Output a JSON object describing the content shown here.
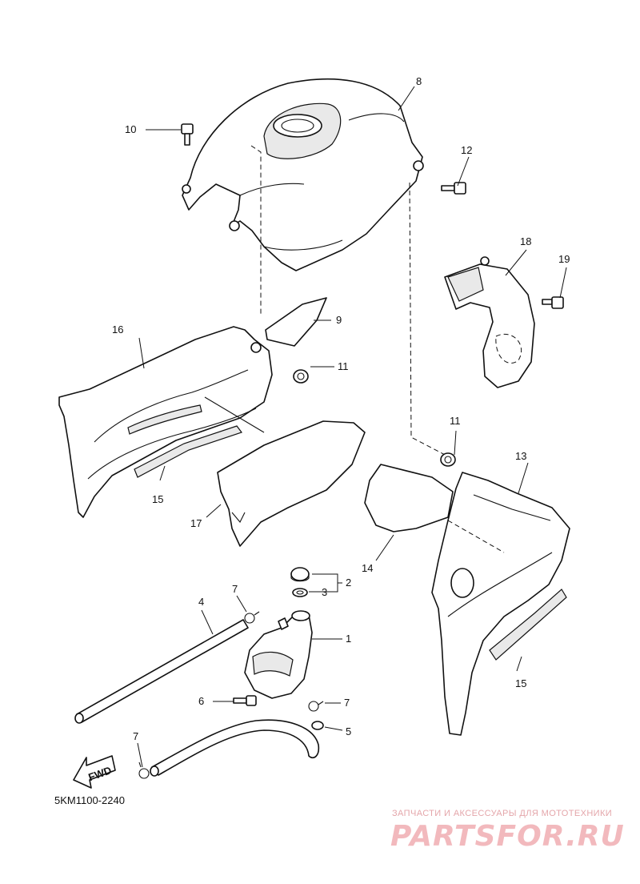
{
  "diagram": {
    "part_code": "5KM1100-2240",
    "fwd_label": "FWD",
    "callouts": {
      "c1": "1",
      "c2": "2",
      "c3": "3",
      "c4": "4",
      "c5": "5",
      "c6": "6",
      "c7a": "7",
      "c7b": "7",
      "c7c": "7",
      "c8": "8",
      "c9": "9",
      "c10": "10",
      "c11a": "11",
      "c11b": "11",
      "c12": "12",
      "c13": "13",
      "c14": "14",
      "c15a": "15",
      "c15b": "15",
      "c16": "16",
      "c17": "17",
      "c18": "18",
      "c19": "19"
    }
  },
  "watermark": {
    "tagline": "ЗАПЧАСТИ И АКСЕССУАРЫ ДЛЯ МОТОТЕХНИКИ",
    "logo": "PARTSFOR.RU",
    "logo_color": "#f2b9bd"
  }
}
